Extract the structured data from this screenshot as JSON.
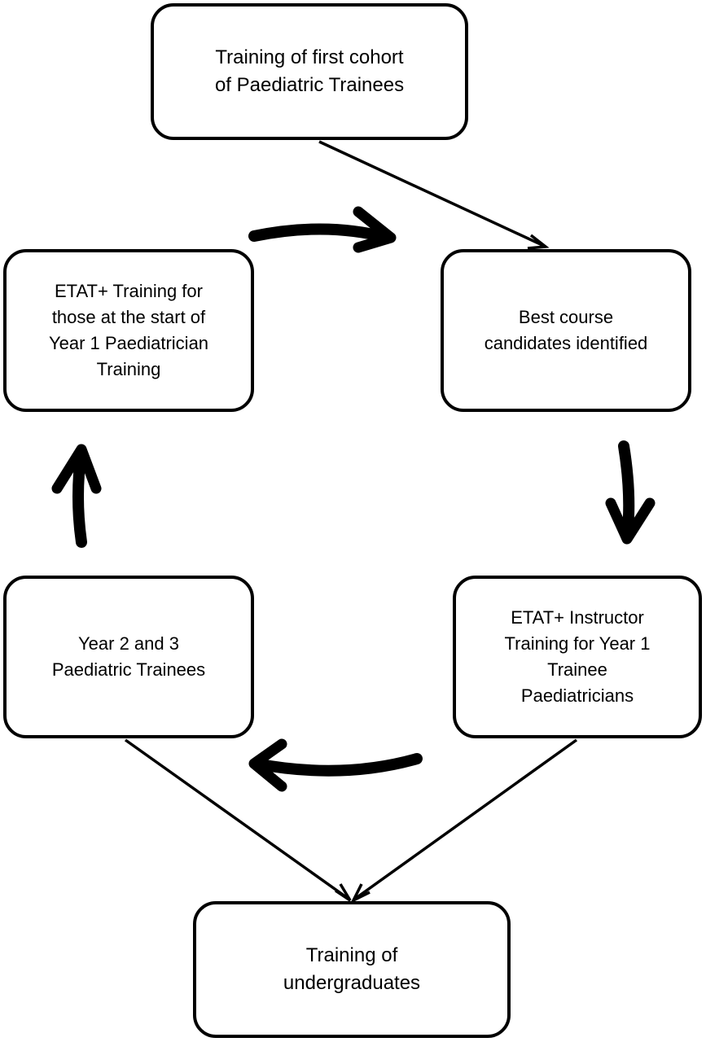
{
  "nodes": {
    "top": "Training of first cohort\nof Paediatric Trainees",
    "best": "Best course\ncandidates identified",
    "etat": "ETAT+ Training for\nthose at the start of\nYear 1 Paediatrician\nTraining",
    "instructor": "ETAT+ Instructor\nTraining for Year 1\nTrainee\nPaediatricians",
    "year23": "Year 2 and 3\nPaediatric Trainees",
    "undergrad": "Training of\nundergraduates"
  }
}
